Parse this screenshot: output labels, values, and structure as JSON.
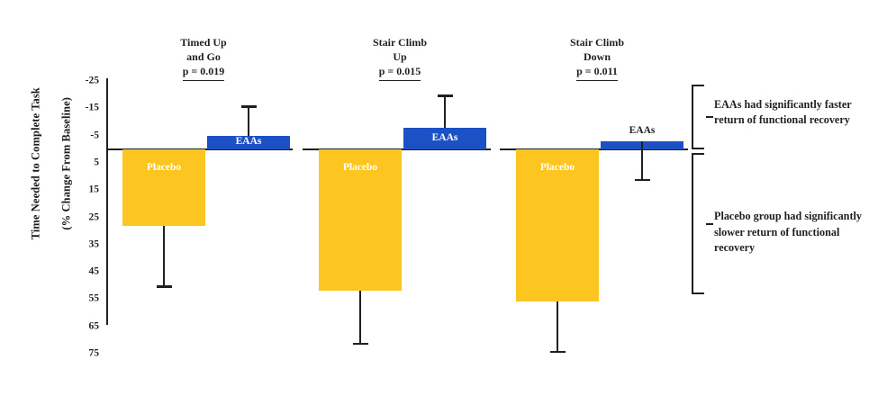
{
  "chart_data": {
    "type": "bar",
    "title": "",
    "xlabel": "",
    "ylabel": "Time Needed to Complete Task\n(% Change From Baseline)",
    "ylim": [
      -25,
      75
    ],
    "y_inverted": true,
    "y_ticks": [
      -25,
      -15,
      -5,
      5,
      15,
      25,
      35,
      45,
      55,
      65,
      75
    ],
    "y_tick_labels": [
      "-25",
      "-15",
      "-5",
      "5",
      "15",
      "25",
      "35",
      "45",
      "55",
      "65",
      "75"
    ],
    "grid": false,
    "legend": "in-bar labels",
    "zero_line": 0,
    "categories": [
      "Timed Up and Go",
      "Stair Climb Up",
      "Stair Climb Down"
    ],
    "annotations": {
      "p_values": [
        "p = 0.019",
        "p = 0.015",
        "p = 0.011"
      ],
      "bracket_top": "EAAs had significantly faster return of functional recovery",
      "bracket_bottom": "Placebo group had significantly slower return of functional recovery"
    },
    "series": [
      {
        "name": "Placebo",
        "color": "#fdc520",
        "values": [
          28,
          52,
          56
        ],
        "errors_upper": [
          50,
          71,
          74
        ]
      },
      {
        "name": "EAAs",
        "color": "#1b51c4",
        "values": [
          -5,
          -8,
          -3
        ],
        "errors_outer": [
          -16,
          -20,
          11
        ]
      }
    ]
  },
  "axis": {
    "y_title_line1": "Time Needed to Complete Task",
    "y_title_line2": "(% Change From Baseline)",
    "ticks": [
      {
        "label": "-25",
        "value": -25
      },
      {
        "label": "-15",
        "value": -15
      },
      {
        "label": "-5",
        "value": -5
      },
      {
        "label": "5",
        "value": 5
      },
      {
        "label": "15",
        "value": 15
      },
      {
        "label": "25",
        "value": 25
      },
      {
        "label": "35",
        "value": 35
      },
      {
        "label": "45",
        "value": 45
      },
      {
        "label": "55",
        "value": 55
      },
      {
        "label": "65",
        "value": 65
      },
      {
        "label": "75",
        "value": 75
      }
    ]
  },
  "groups": [
    {
      "title_line1": "Timed Up",
      "title_line2": "and Go",
      "p_value": "p = 0.019",
      "placebo_label": "Placebo",
      "eaas_label": "EAAs"
    },
    {
      "title_line1": "Stair Climb",
      "title_line2": "Up",
      "p_value": "p = 0.015",
      "placebo_label": "Placebo",
      "eaas_label": "EAAs"
    },
    {
      "title_line1": "Stair Climb",
      "title_line2": "Down",
      "p_value": "p = 0.011",
      "placebo_label": "Placebo",
      "eaas_label": "EAAs"
    }
  ],
  "annotations": {
    "top": "EAAs had significantly faster return of functional recovery",
    "bottom": "Placebo group had significantly slower return of functional recovery"
  },
  "colors": {
    "placebo": "#fdc520",
    "eaas": "#1b51c4",
    "ink": "#231f20"
  }
}
